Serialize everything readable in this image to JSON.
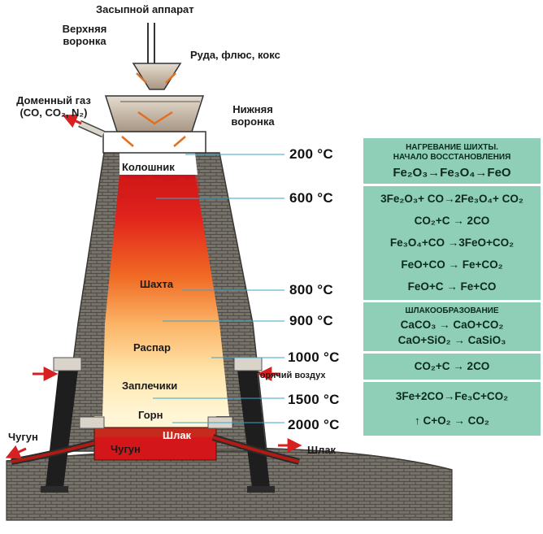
{
  "labels": {
    "charging_device": "Засыпной аппарат",
    "upper_funnel_l1": "Верхняя",
    "upper_funnel_l2": "воронка",
    "ore": "Руда, флюс, кокс",
    "blast_gas_l1": "Доменный газ",
    "blast_gas_l2": "(CO, CO₂, N₂)",
    "lower_funnel_l1": "Нижняя",
    "lower_funnel_l2": "воронка",
    "top": "Колошник",
    "shaft": "Шахта",
    "bosh_belly": "Распар",
    "bosh": "Заплечики",
    "hearth": "Горн",
    "hot_air": "Горячий воздух",
    "slag_inside": "Шлак",
    "iron_inside": "Чугун",
    "iron_out": "Чугун",
    "slag_out": "Шлак"
  },
  "temperatures": [
    "200 °C",
    "600 °C",
    "800 °C",
    "900 °C",
    "1000 °C",
    "1500 °C",
    "2000 °C"
  ],
  "panels": {
    "heating": {
      "head_l1": "НАГРЕВАНИЕ ШИХТЫ.",
      "head_l2": "НАЧАЛО ВОССТАНОВЛЕНИЯ",
      "eq": "Fe₂O₃→Fe₃O₄→FeO"
    },
    "reduction": {
      "eq1": "3Fe₂O₃+ CO→2Fe₃O₄+ CO₂",
      "eq2": "CO₂+C → 2CO",
      "eq3": "Fe₃O₄+CO →3FeO+CO₂",
      "eq4": "FeO+CO → Fe+CO₂",
      "eq5": "FeO+C → Fe+CO"
    },
    "slag": {
      "head": "ШЛАКООБРАЗОВАНИЕ",
      "eq1": "CaCO₃ → CaO+CO₂",
      "eq2": "CaO+SiO₂ → CaSiO₃"
    },
    "carbon": {
      "eq": "CO₂+C → 2CO"
    },
    "carburize": {
      "eq1": "3Fe+2CO→Fe₃C+CO₂",
      "eq2": "↑ C+O₂ → CO₂"
    }
  },
  "colors": {
    "brick": "#6f6a62",
    "molten_red": "#d41a12",
    "hot_orange": "#f07a22",
    "pale_yellow": "#fff3c4",
    "panel_green": "#8fcfb8",
    "arrow_red": "#d82020",
    "leader_line": "#3aa6c9"
  }
}
